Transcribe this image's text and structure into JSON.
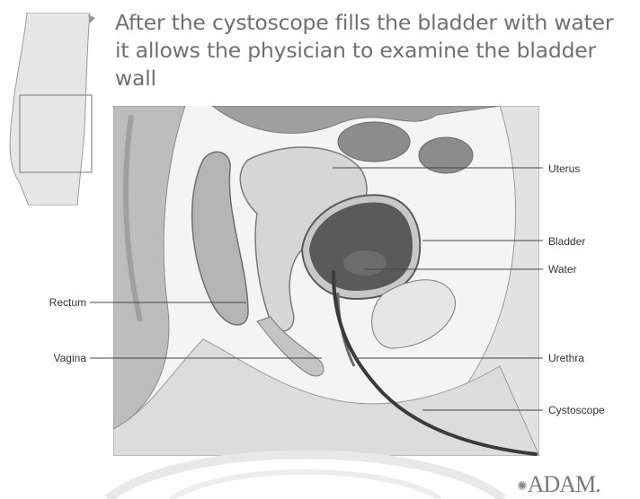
{
  "caption": {
    "text": "After the cystoscope fills the bladder with water it allows the physician to examine the bladder wall"
  },
  "labels": {
    "uterus": "Uterus",
    "bladder": "Bladder",
    "water": "Water",
    "rectum": "Rectum",
    "vagina": "Vagina",
    "urethra": "Urethra",
    "cystoscope": "Cystoscope"
  },
  "brand": {
    "text": "ADAM."
  },
  "colors": {
    "caption_text": "#707070",
    "label_text": "#333333",
    "bladder_fill": "#5a5a5a",
    "tissue_fill": "#d8d8d8",
    "line": "#444444"
  }
}
